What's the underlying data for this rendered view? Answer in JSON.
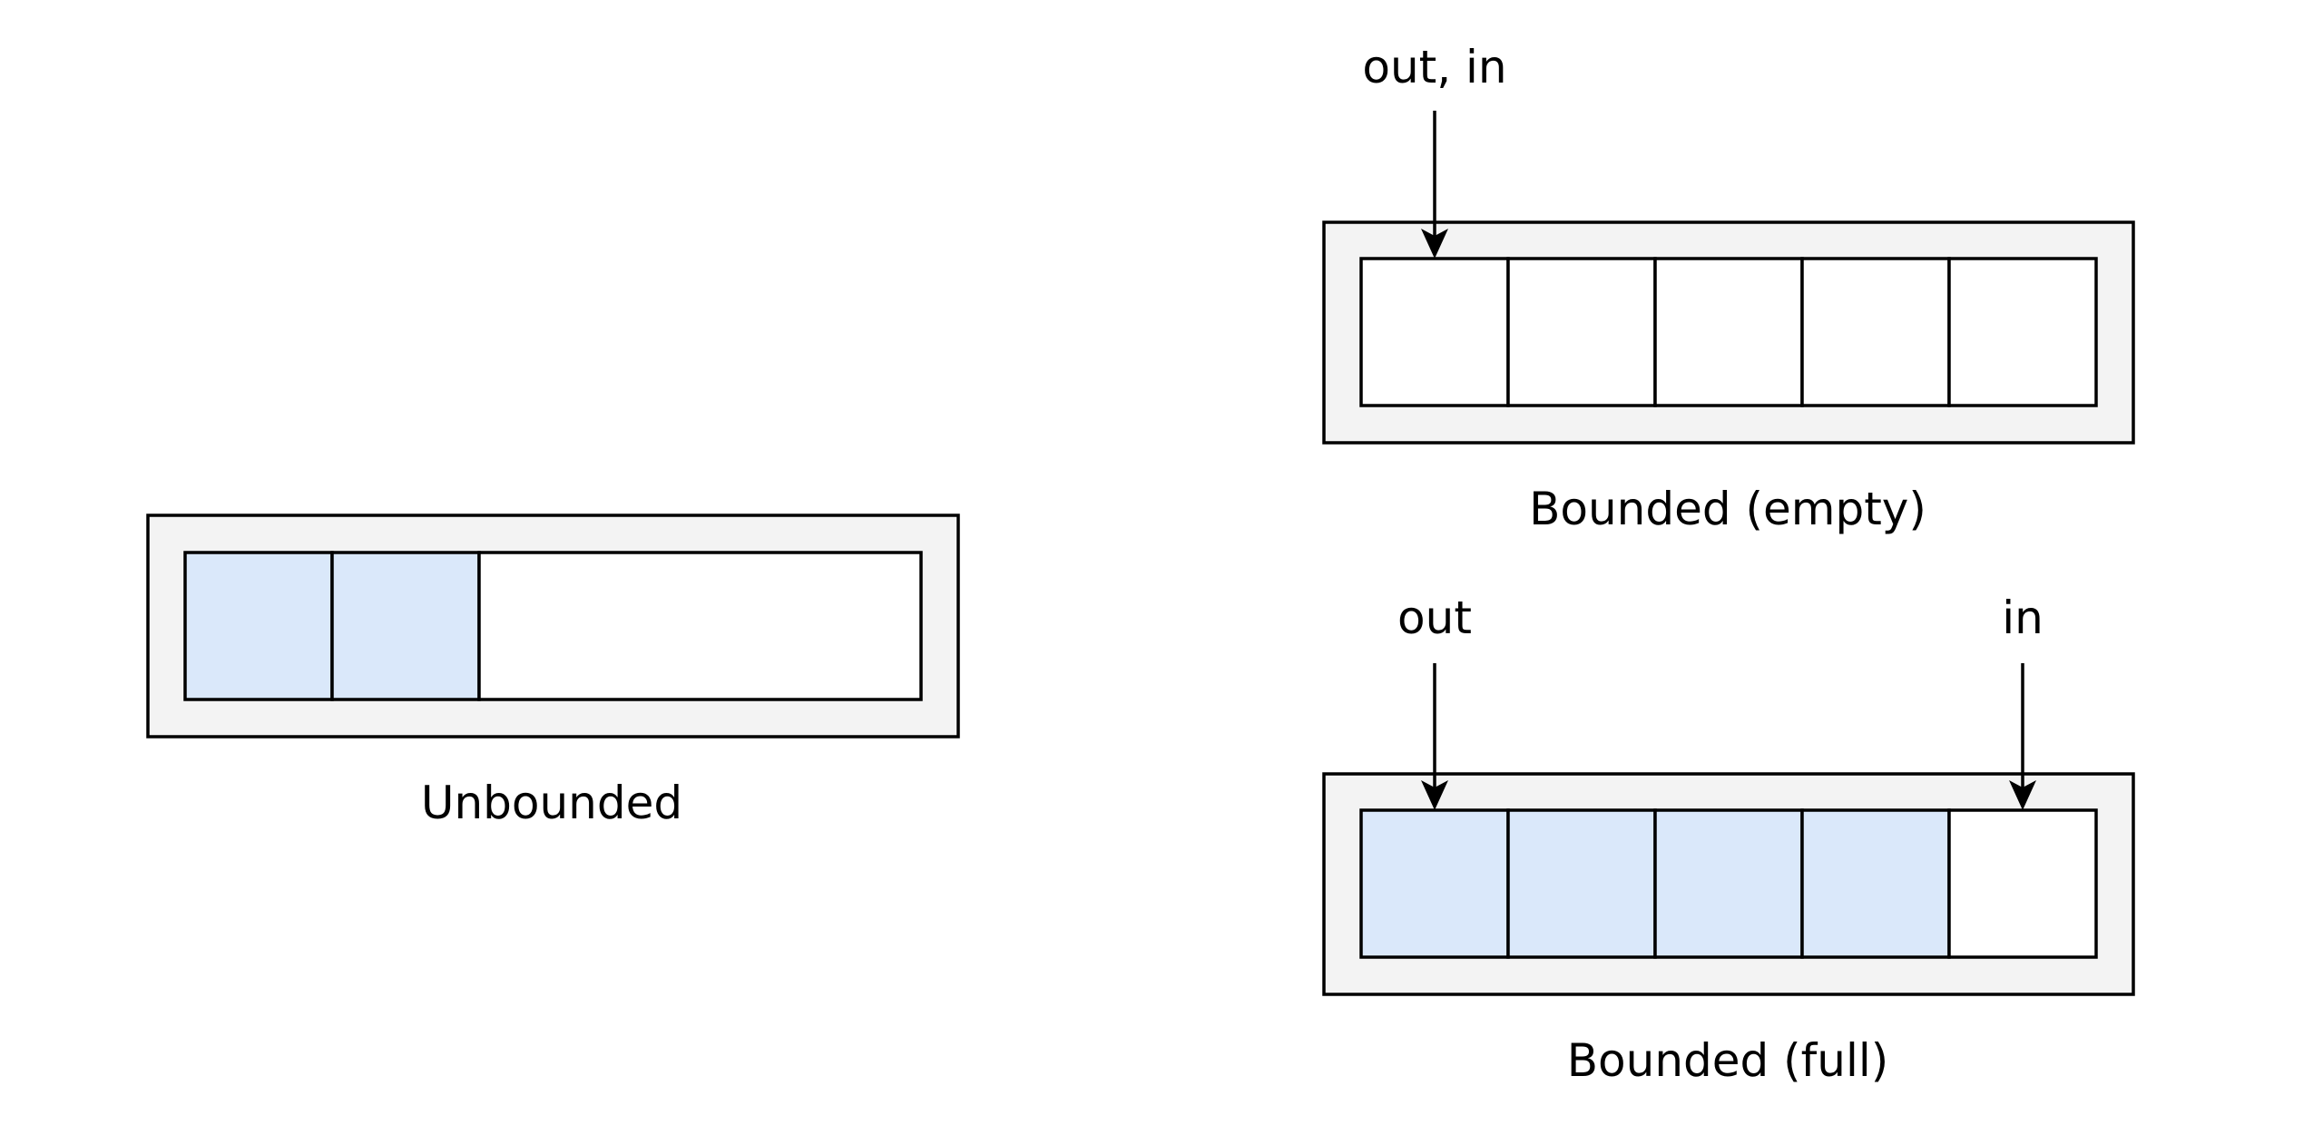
{
  "colors": {
    "frame_fill": "#f3f3f3",
    "filled_cell": "#dae8fa",
    "empty_cell": "#ffffff",
    "stroke": "#000000"
  },
  "unbounded": {
    "caption": "Unbounded",
    "filled_cells": 2
  },
  "bounded_empty": {
    "caption": "Bounded (empty)",
    "capacity": 5,
    "filled_cells": 0,
    "pointers": [
      {
        "label": "out, in",
        "slot": 0
      }
    ]
  },
  "bounded_full": {
    "caption": "Bounded (full)",
    "capacity": 5,
    "filled_cells": 4,
    "pointers": [
      {
        "label": "out",
        "slot": 0
      },
      {
        "label": "in",
        "slot": 4
      }
    ]
  }
}
